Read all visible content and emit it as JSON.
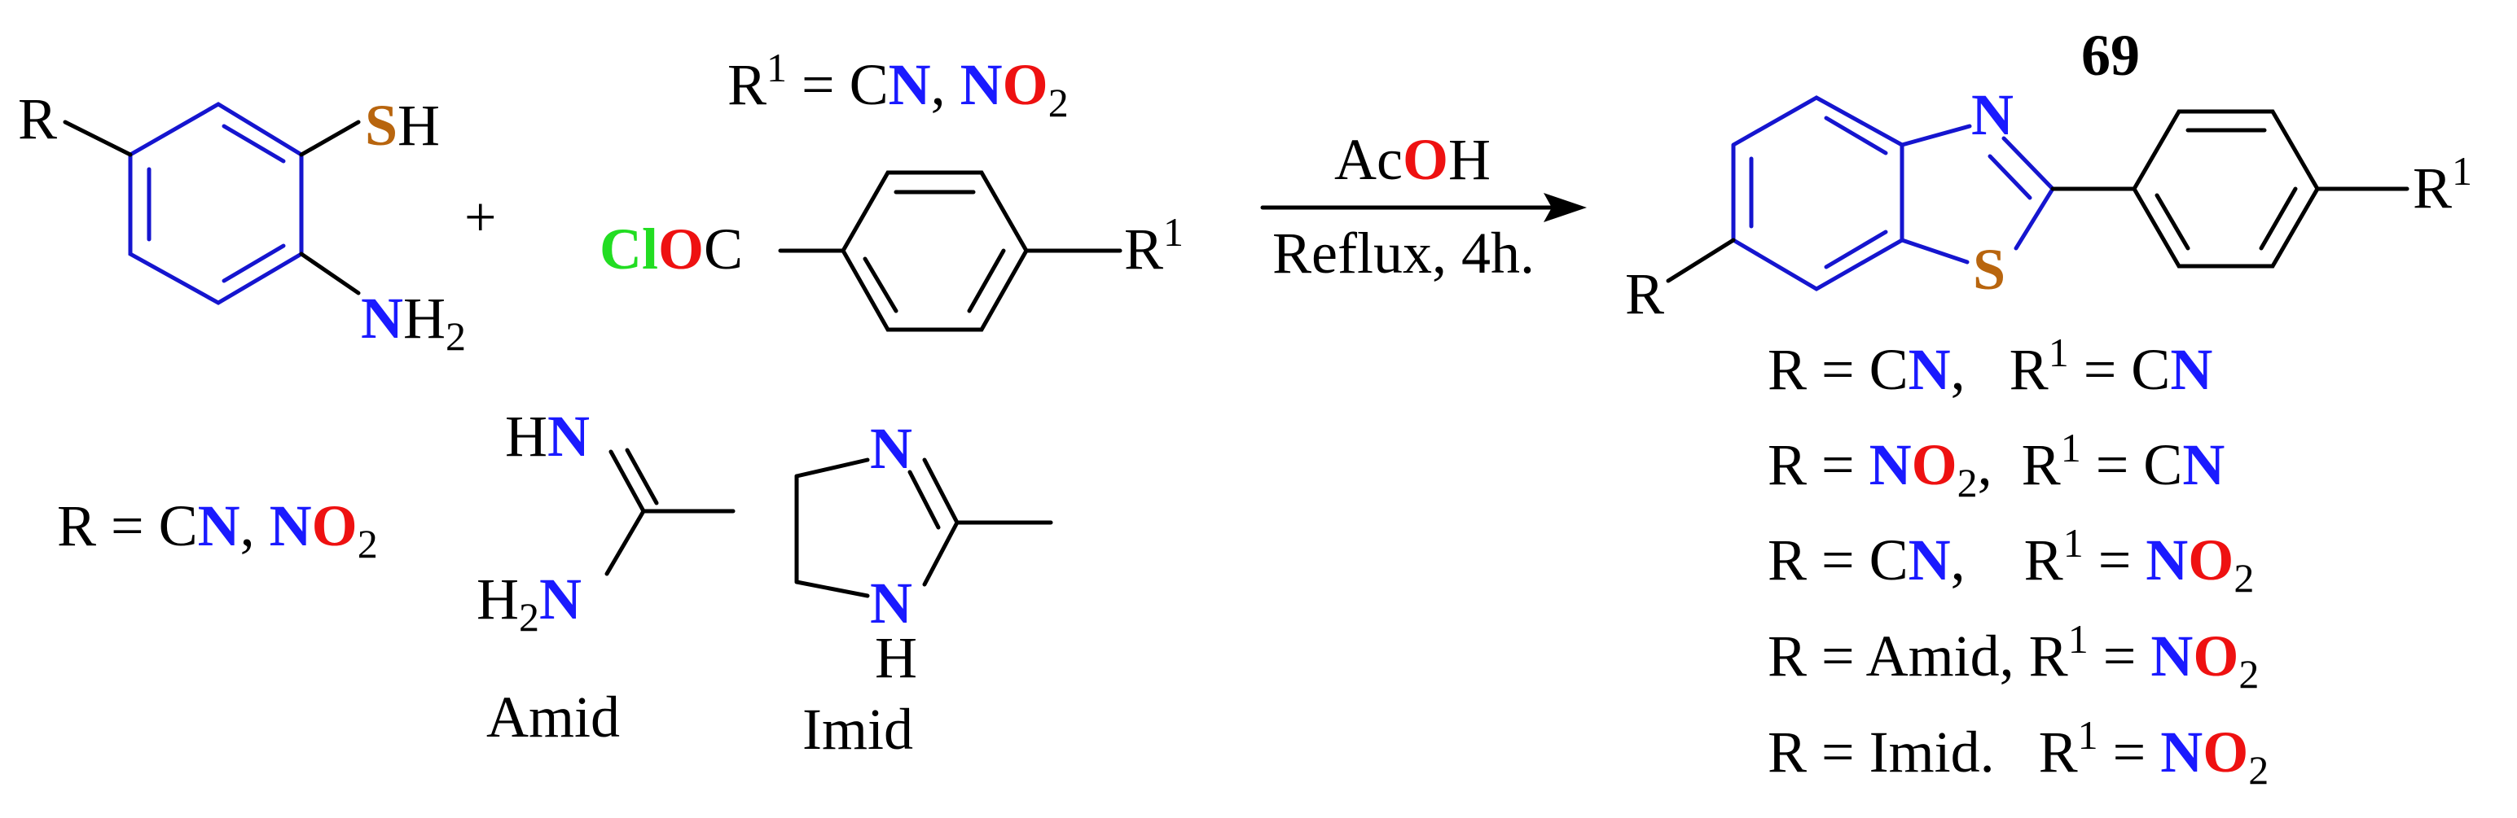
{
  "colors": {
    "nitrogen": "#1a1aff",
    "oxygen": "#ee1111",
    "sulfur": "#b8650e",
    "chlorine": "#22dd22",
    "ring_bonds": "#1515cf",
    "bonds": "#000000"
  },
  "reactant_thiol": {
    "r_label": "R",
    "sh_s": "S",
    "sh_h": "H",
    "nh2_n": "N",
    "nh2_h": "H",
    "nh2_sub": "2"
  },
  "plus_sign": "+",
  "acyl_chloride": {
    "r1_def": {
      "r": "R",
      "sup": "1",
      "eq": " = C",
      "n1": "N",
      "comma": ", ",
      "n2": "N",
      "o": "O",
      "sub": "2"
    },
    "cl": "Cl",
    "o": "O",
    "c": "C",
    "r1": "R",
    "r1_sup": "1"
  },
  "r_definition": {
    "r": "R",
    "eq": " = C",
    "n1": "N",
    "comma": ", ",
    "n2": "N",
    "o": "O",
    "sub": "2"
  },
  "amid": {
    "h": "H",
    "n_top": "N",
    "h2": "H",
    "h2_sub": "2",
    "n_bottom": "N",
    "label": "Amid"
  },
  "imid": {
    "n_top": "N",
    "n_bottom": "N",
    "h": "H",
    "label": "Imid"
  },
  "arrow": {
    "reagent_pre": "Ac",
    "reagent_o": "O",
    "reagent_post": "H",
    "conditions": "Reflux, 4h."
  },
  "product": {
    "number": "69",
    "n": "N",
    "s": "S",
    "r": "R",
    "r1": "R",
    "r1_sup": "1"
  },
  "combinations": [
    {
      "r_pre": "R = C",
      "r_n": "N",
      "r_o": "",
      "r_sub": "",
      "r_post": ",   ",
      "r1_pre": "R",
      "r1_sup": "1",
      "r1_eq": " = C",
      "r1_n": "N",
      "r1_o": "",
      "r1_sub": ""
    },
    {
      "r_pre": "R = ",
      "r_n": "N",
      "r_o": "O",
      "r_sub": "2",
      "r_post": ",  ",
      "r1_pre": "R",
      "r1_sup": "1",
      "r1_eq": " = C",
      "r1_n": "N",
      "r1_o": "",
      "r1_sub": ""
    },
    {
      "r_pre": "R = C",
      "r_n": "N",
      "r_o": "",
      "r_sub": "",
      "r_post": ",    ",
      "r1_pre": "R",
      "r1_sup": "1",
      "r1_eq": " = ",
      "r1_n": "N",
      "r1_o": "O",
      "r1_sub": "2"
    },
    {
      "r_pre": "R = Amid",
      "r_n": "",
      "r_o": "",
      "r_sub": "",
      "r_post": ", ",
      "r1_pre": "R",
      "r1_sup": "1",
      "r1_eq": " = ",
      "r1_n": "N",
      "r1_o": "O",
      "r1_sub": "2"
    },
    {
      "r_pre": "R = Imid.",
      "r_n": "",
      "r_o": "",
      "r_sub": "",
      "r_post": "   ",
      "r1_pre": "R",
      "r1_sup": "1",
      "r1_eq": " = ",
      "r1_n": "N",
      "r1_o": "O",
      "r1_sub": "2"
    }
  ]
}
